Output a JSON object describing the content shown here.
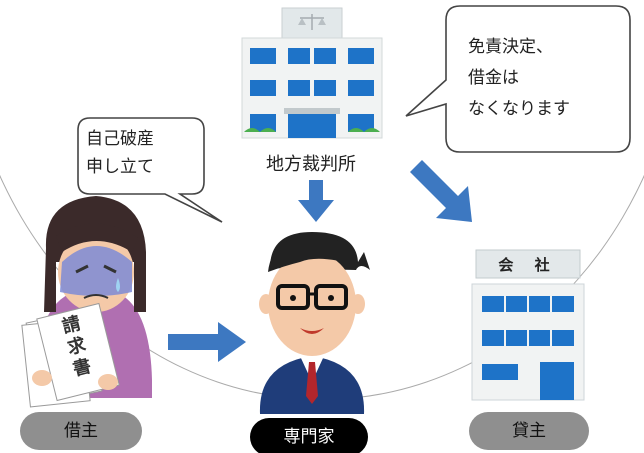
{
  "bubble_left": {
    "line1": "自己破産",
    "line2": "申し立て"
  },
  "bubble_right": {
    "line1": "免責決定、",
    "line2": "借金は",
    "line3": "なくなります"
  },
  "court": {
    "label": "地方裁判所"
  },
  "nodes": {
    "borrower": "借主",
    "expert": "専門家",
    "lender": "貸主"
  },
  "company_sign": "会 社",
  "document_text": "請求書",
  "colors": {
    "arrow": "#3d78c1",
    "pill_gray": "#8f8f8f",
    "pill_black": "#000000",
    "window": "#1e73c8"
  }
}
